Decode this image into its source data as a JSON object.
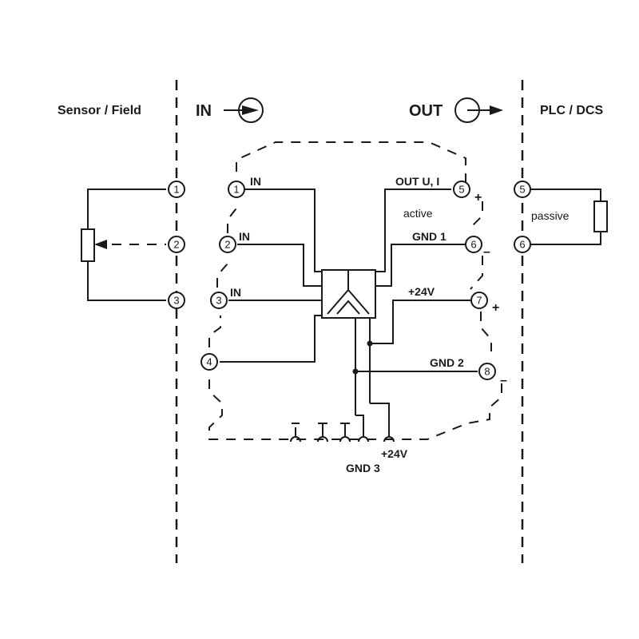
{
  "headers": {
    "sensor_field": "Sensor / Field",
    "in": "IN",
    "out": "OUT",
    "plc_dcs": "PLC / DCS"
  },
  "sensor_terminals": [
    "1",
    "2",
    "3"
  ],
  "module": {
    "terminals_left": [
      "1",
      "2",
      "3",
      "4"
    ],
    "terminals_right": [
      "5",
      "6",
      "7",
      "8"
    ],
    "labels": {
      "in1": "IN",
      "in2": "IN",
      "in3": "IN",
      "out_ui": "OUT U, I",
      "active": "active",
      "gnd1": "GND 1",
      "plus24_right": "+24V",
      "gnd2": "GND 2",
      "plus24_bottom": "+24V",
      "gnd3": "GND 3"
    },
    "polarity": {
      "t5": "+",
      "t6": "–",
      "t7": "+",
      "t8": "–"
    }
  },
  "plc": {
    "terminals": [
      "5",
      "6"
    ],
    "passive": "passive"
  }
}
